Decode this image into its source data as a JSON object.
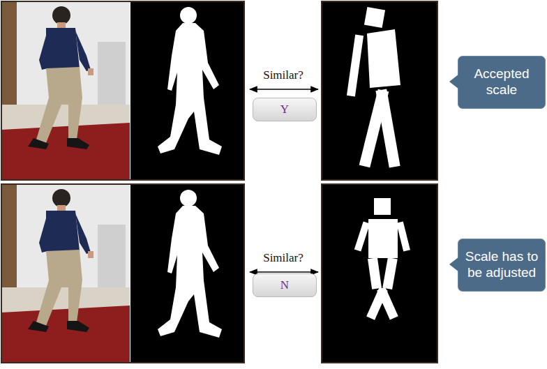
{
  "diagram": {
    "nodes": [
      {
        "text": [
          "Y"
        ]
      },
      {
        "text": [
          "Accepted scale"
        ]
      },
      {
        "text": [
          "N"
        ]
      },
      {
        "text": [
          "Scale has to be adjusted"
        ]
      }
    ],
    "labels": [
      "Similar?",
      "Similar?"
    ]
  }
}
